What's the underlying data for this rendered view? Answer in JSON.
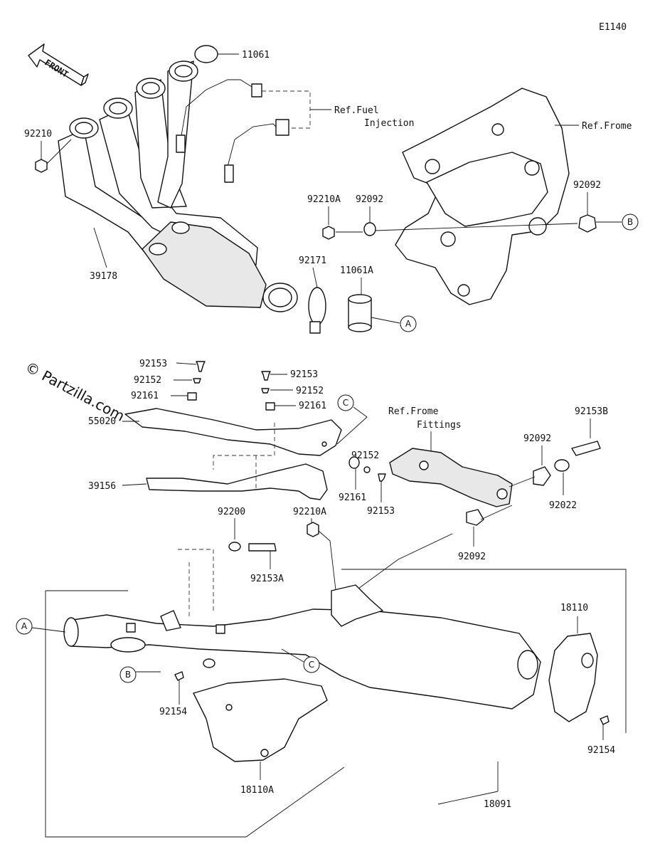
{
  "diagram_code": "E1140",
  "watermark": "© Partzilla.com",
  "front_label": "FRONT",
  "refs": {
    "fuel_injection_1": "Ref.Fuel",
    "fuel_injection_2": "Injection",
    "frame": "Ref.Frome",
    "frame_fittings_1": "Ref.Frome",
    "frame_fittings_2": "Fittings"
  },
  "bubbles": {
    "a": "A",
    "b": "B",
    "c": "C"
  },
  "parts": {
    "p11061": "11061",
    "p92210": "92210",
    "p39178": "39178",
    "p92210A": "92210A",
    "p92092": "92092",
    "p92171": "92171",
    "p11061A": "11061A",
    "p92153": "92153",
    "p92152": "92152",
    "p92161": "92161",
    "p55020": "55020",
    "p39156": "39156",
    "p92153B": "92153B",
    "p92022": "92022",
    "p92200": "92200",
    "p92153A": "92153A",
    "p18110": "18110",
    "p92154": "92154",
    "p18110A": "18110A",
    "p18091": "18091"
  }
}
